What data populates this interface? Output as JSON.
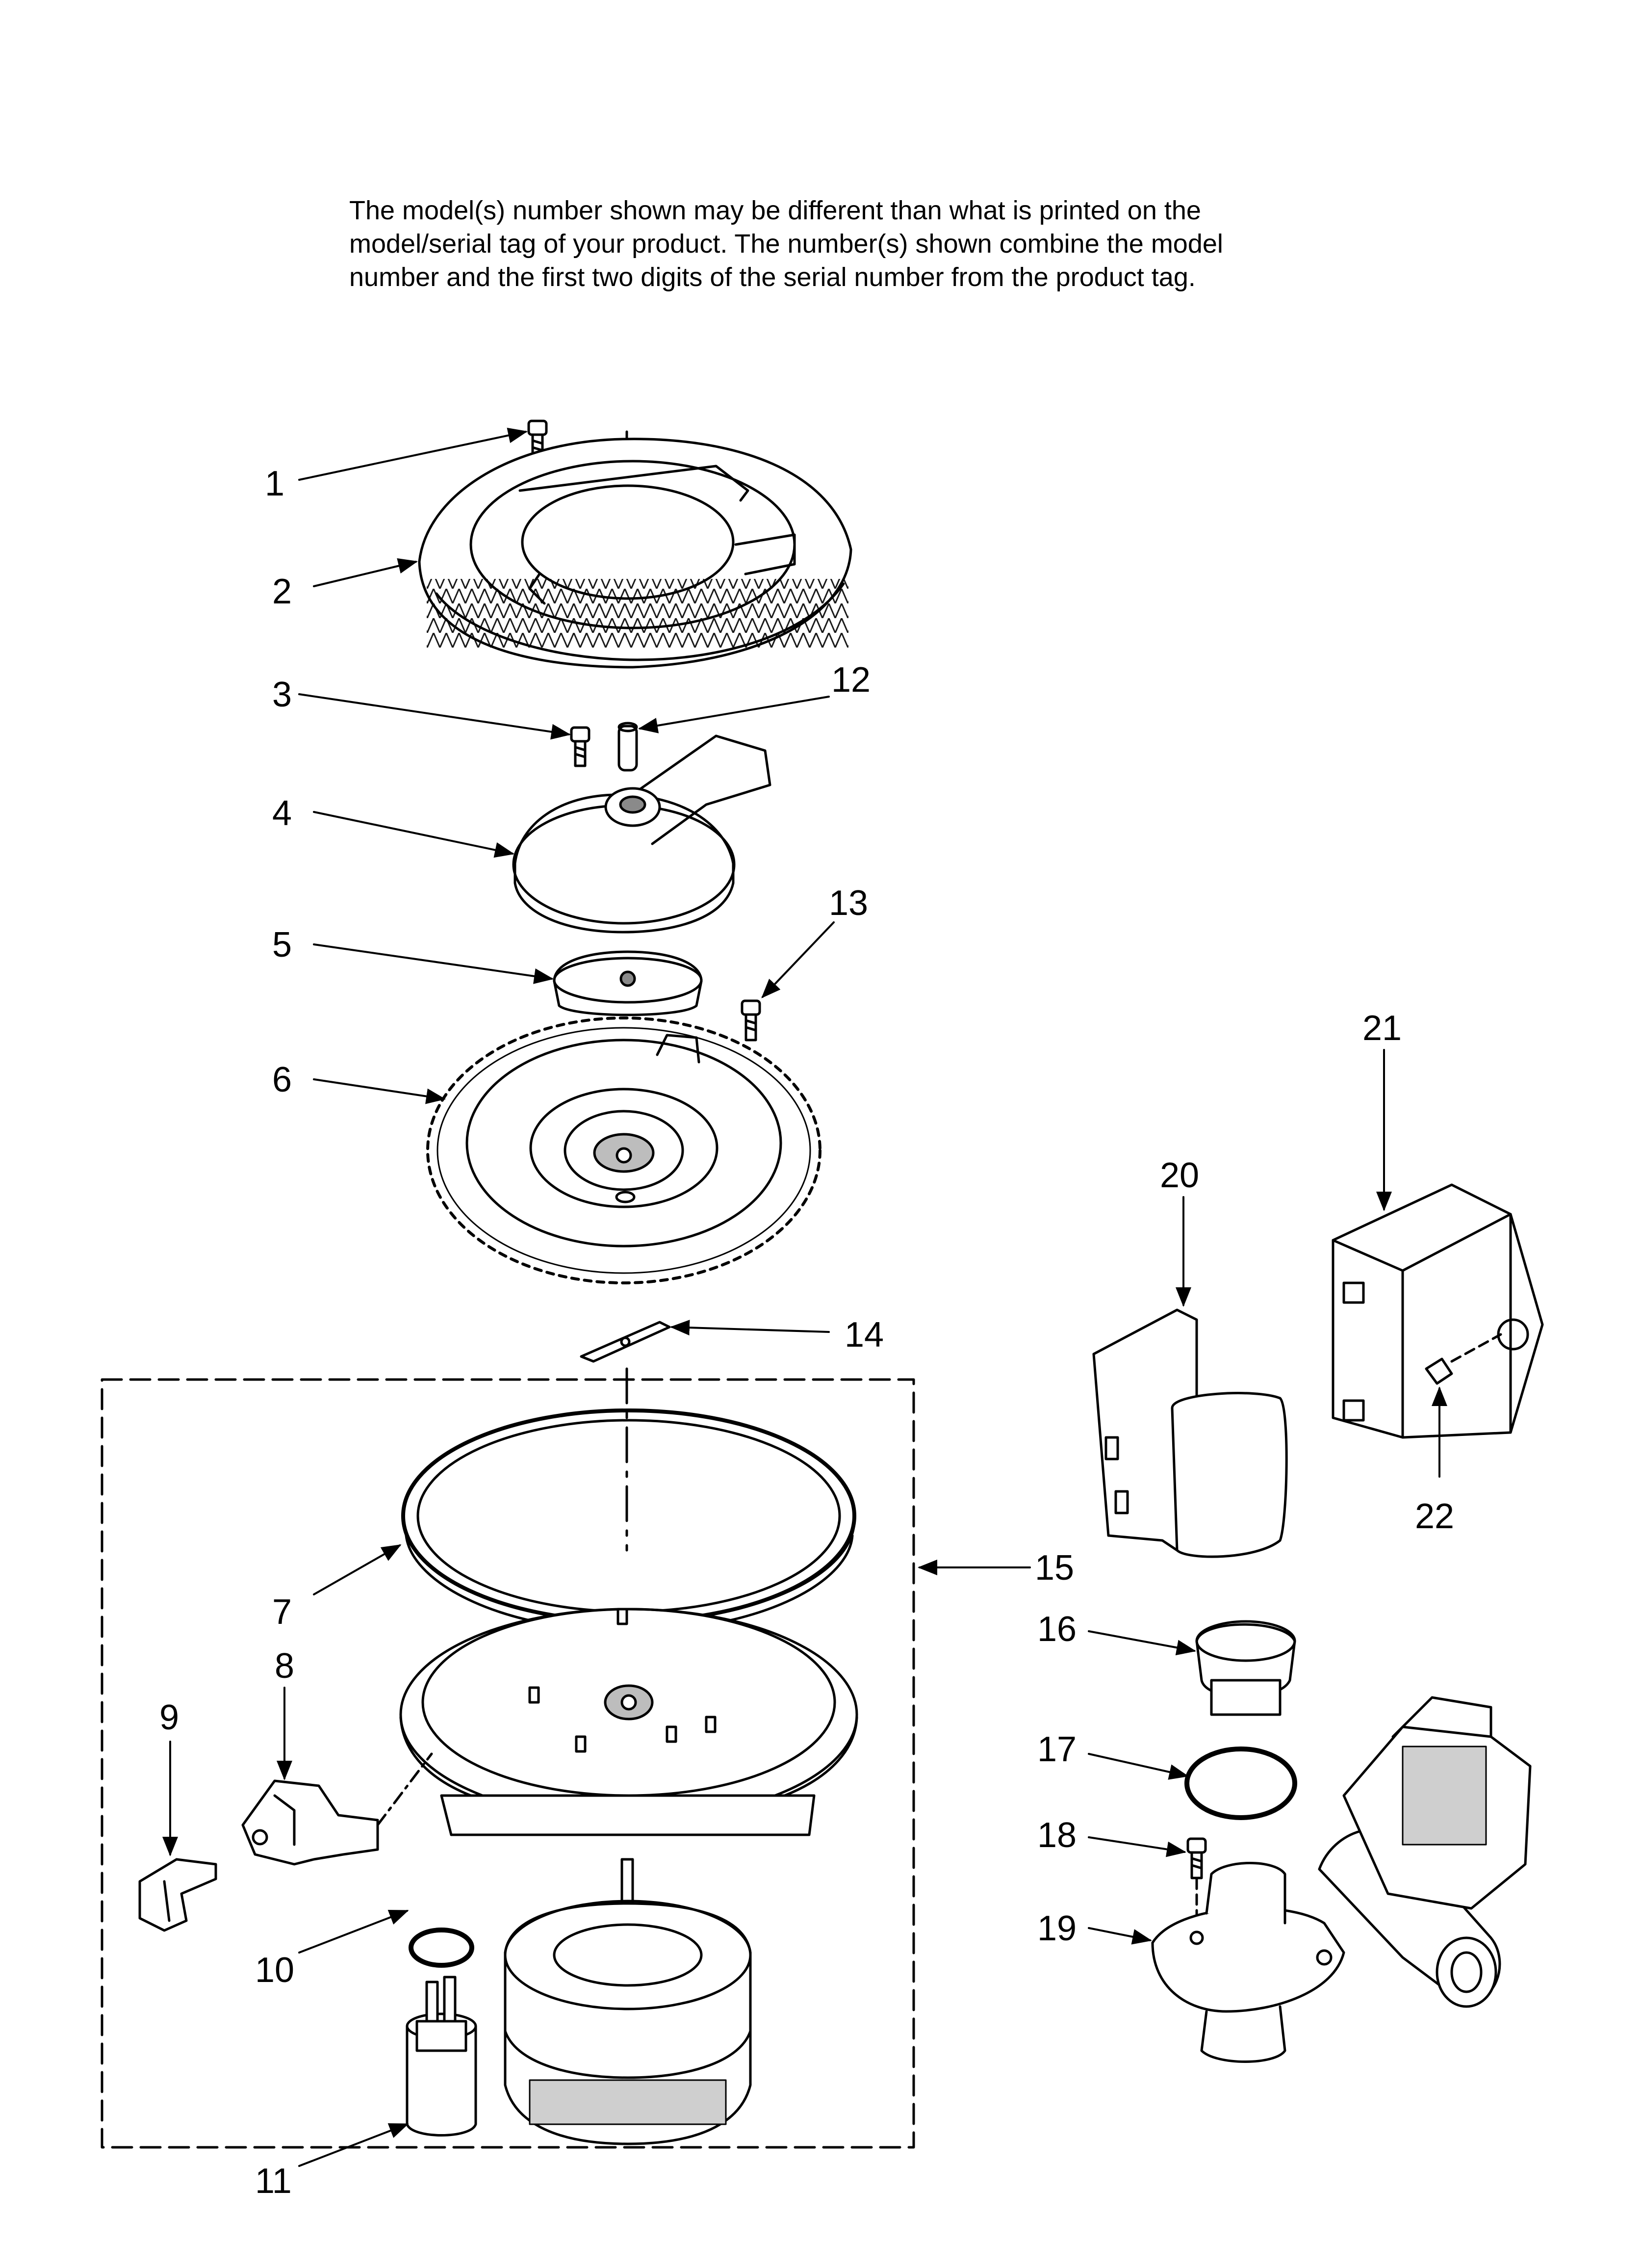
{
  "disclaimer": {
    "line1": "The model(s) number shown may be different than what is printed on the",
    "line2": "model/serial tag of your product. The number(s) shown combine the model",
    "line3": "number and the first two digits of the serial number from the product tag."
  },
  "callouts": {
    "c1": "1",
    "c2": "2",
    "c3": "3",
    "c4": "4",
    "c5": "5",
    "c6": "6",
    "c7": "7",
    "c8": "8",
    "c9": "9",
    "c10": "10",
    "c11": "11",
    "c12": "12",
    "c13": "13",
    "c14": "14",
    "c15": "15",
    "c16": "16",
    "c17": "17",
    "c18": "18",
    "c19": "19",
    "c20": "20",
    "c21": "21",
    "c22": "22"
  },
  "colors": {
    "line": "#000000",
    "shade": "#d8d8d8",
    "dark": "#8a8a8a"
  }
}
